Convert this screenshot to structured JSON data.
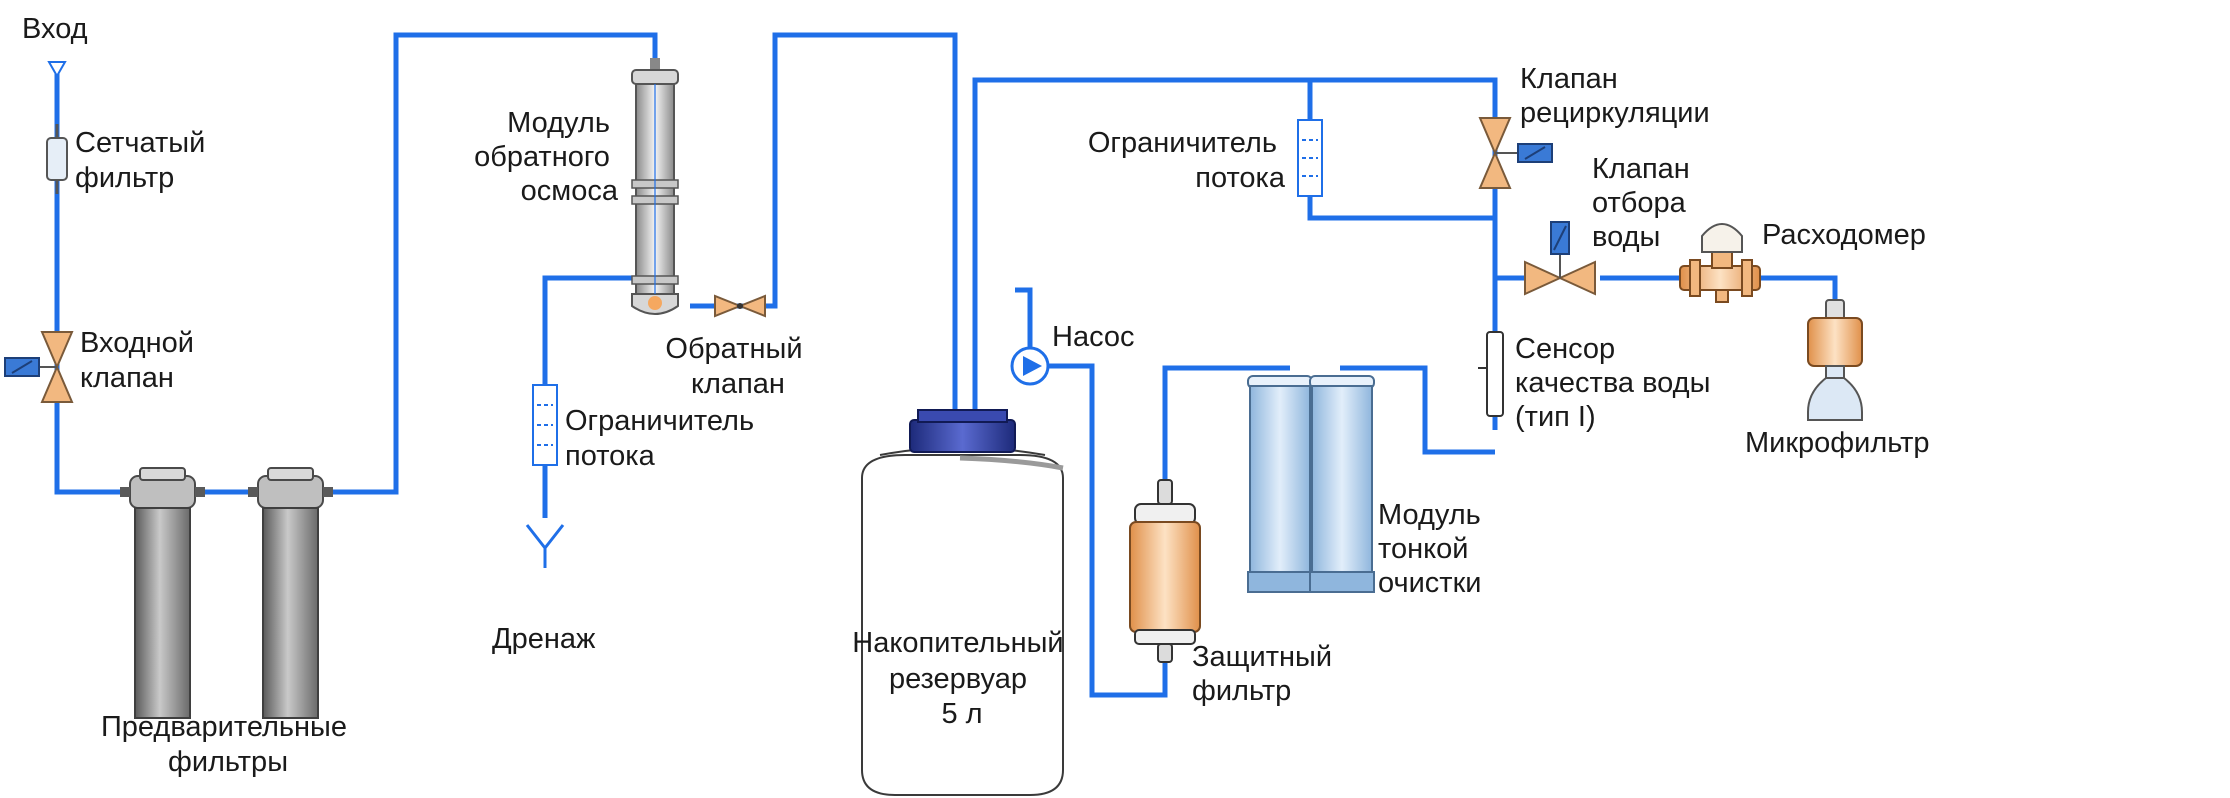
{
  "labels": {
    "inlet": "Вход",
    "mesh_filter": [
      "Сетчатый",
      "фильтр"
    ],
    "inlet_valve": [
      "Входной",
      "клапан"
    ],
    "prefilters": [
      "Предварительные",
      "фильтры"
    ],
    "ro_module": [
      "Модуль",
      "обратного",
      "осмоса"
    ],
    "check_valve": [
      "Обратный",
      "клапан"
    ],
    "flow_restrictor_drain": [
      "Ограничитель",
      "потока"
    ],
    "drain": "Дренаж",
    "tank": [
      "Накопительный",
      "резервуар",
      "5 л"
    ],
    "pump": "Насос",
    "flow_restrictor_recirc": [
      "Ограничитель",
      "потока"
    ],
    "recirc_valve": [
      "Клапан",
      "рециркуляции"
    ],
    "dispense_valve": [
      "Клапан",
      "отбора",
      "воды"
    ],
    "flowmeter": "Расходомер",
    "quality_sensor": [
      "Сенсор",
      "качества воды",
      "(тип I)"
    ],
    "polishing_module": [
      "Модуль",
      "тонкой",
      "очистки"
    ],
    "guard_filter": [
      "Защитный",
      "фильтр"
    ],
    "microfilter": "Микрофильтр"
  },
  "colors": {
    "pipe": "#1f6fe8",
    "valve": "#f2b880",
    "prefilter": "#9a9a9a",
    "cartridge": "#bcd8f2",
    "guard": "#f5a860",
    "tank_cap": "#2d3c96",
    "solenoid": "#3a7ad6"
  }
}
